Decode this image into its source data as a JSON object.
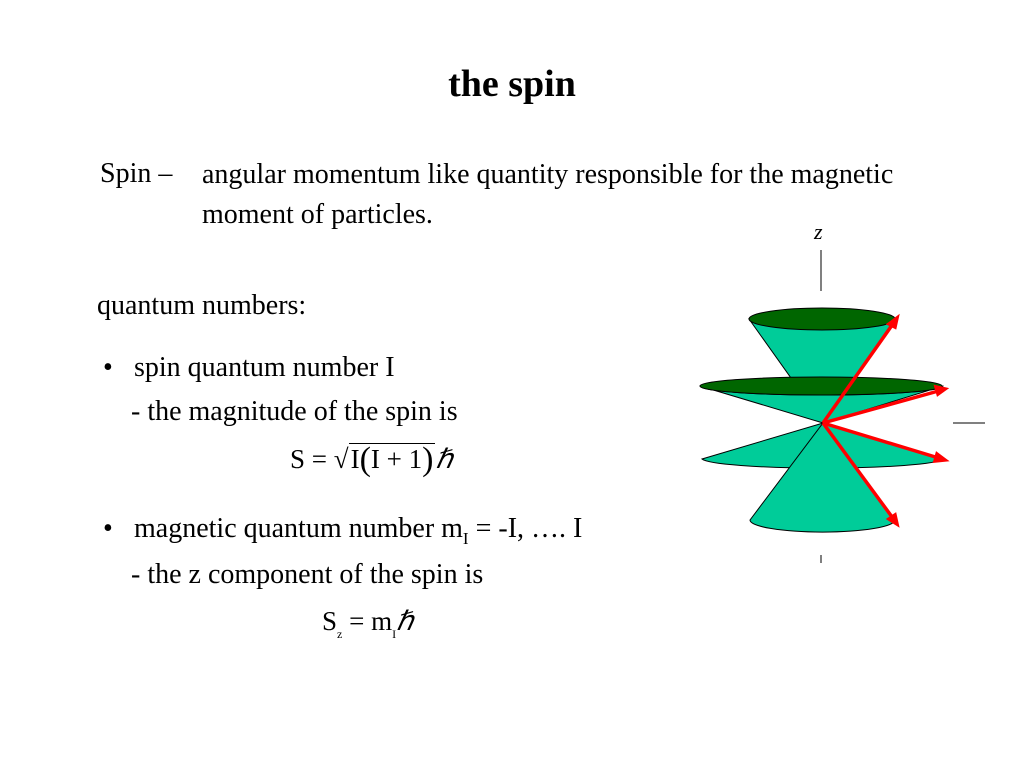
{
  "slide": {
    "title": "the spin",
    "spin_term": "Spin –",
    "spin_definition": "angular momentum like quantity responsible for the magnetic moment of particles.",
    "quantum_heading": "quantum numbers:",
    "bullet1": "spin quantum number I",
    "bullet1_sub": "- the magnitude of the spin is",
    "bullet2_prefix": "magnetic quantum number m",
    "bullet2_subscript": "I",
    "bullet2_suffix": " = -I, …. I",
    "bullet2_sub": "- the z component of the spin is"
  },
  "equations": {
    "magnitude": {
      "lhs": "S",
      "eq": "=",
      "sqrt": "√",
      "i1": "I",
      "lparen": "(",
      "i2": "I",
      "plus": "+",
      "one": "1",
      "rparen": ")",
      "hbar": "ℏ"
    },
    "z_component": {
      "lhs": "S",
      "lhs_sub": "z",
      "eq": "=",
      "m": "m",
      "m_sub": "I",
      "hbar": "ℏ"
    }
  },
  "diagram": {
    "axis_label": "z",
    "cone_color": "#00cc99",
    "cap_color": "#006600",
    "vector_color": "#ff0000"
  }
}
